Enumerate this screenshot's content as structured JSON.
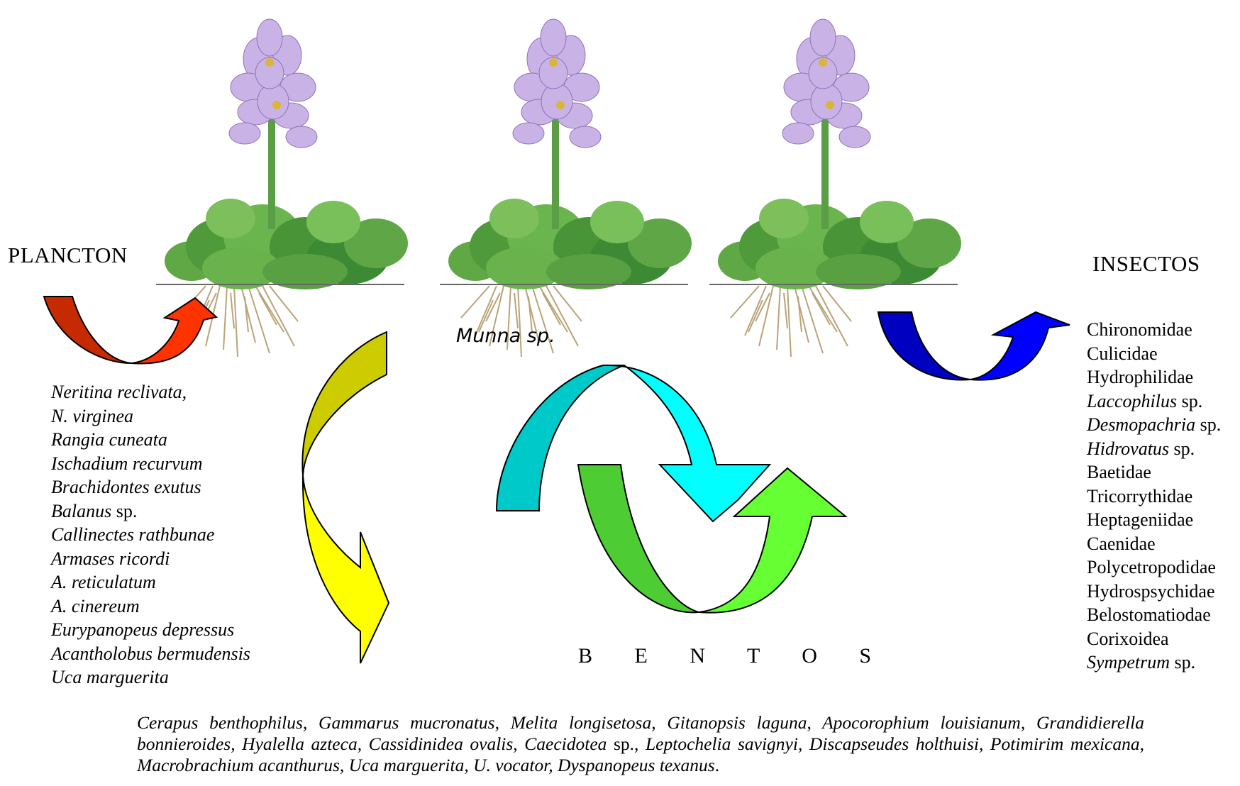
{
  "labels": {
    "plancton": "PLANCTON",
    "insectos": "INSECTOS",
    "bentos": "B E N T O S",
    "munna": "Munna sp."
  },
  "plancton_species": [
    {
      "name": "Neritina reclivata,",
      "suffix": ""
    },
    {
      "name": "N. virginea",
      "suffix": ""
    },
    {
      "name": "Rangia cuneata",
      "suffix": ""
    },
    {
      "name": "Ischadium recurvum",
      "suffix": ""
    },
    {
      "name": "Brachidontes exutus",
      "suffix": ""
    },
    {
      "name": "Balanus",
      "suffix": " sp."
    },
    {
      "name": "Callinectes rathbunae",
      "suffix": ""
    },
    {
      "name": "Armases ricordi",
      "suffix": ""
    },
    {
      "name": "A. reticulatum",
      "suffix": ""
    },
    {
      "name": "A. cinereum",
      "suffix": ""
    },
    {
      "name": "Eurypanopeus depressus",
      "suffix": ""
    },
    {
      "name": "Acantholobus bermudensis",
      "suffix": ""
    },
    {
      "name": "Uca marguerita",
      "suffix": ""
    }
  ],
  "insect_taxa": [
    {
      "name": "Chironomidae",
      "italic": false,
      "suffix": ""
    },
    {
      "name": "Culicidae",
      "italic": false,
      "suffix": ""
    },
    {
      "name": "Hydrophilidae",
      "italic": false,
      "suffix": ""
    },
    {
      "name": "Laccophilus",
      "italic": true,
      "suffix": " sp."
    },
    {
      "name": "Desmopachria",
      "italic": true,
      "suffix": " sp."
    },
    {
      "name": "Hidrovatus",
      "italic": true,
      "suffix": " sp."
    },
    {
      "name": "Baetidae",
      "italic": false,
      "suffix": ""
    },
    {
      "name": "Tricorrythidae",
      "italic": false,
      "suffix": ""
    },
    {
      "name": "Heptageniidae",
      "italic": false,
      "suffix": ""
    },
    {
      "name": "Caenidae",
      "italic": false,
      "suffix": ""
    },
    {
      "name": "Polycetropodidae",
      "italic": false,
      "suffix": ""
    },
    {
      "name": "Hydrospsychidae",
      "italic": false,
      "suffix": ""
    },
    {
      "name": "Belostomatiodae",
      "italic": false,
      "suffix": ""
    },
    {
      "name": "Corixoidea",
      "italic": false,
      "suffix": ""
    },
    {
      "name": "Sympetrum",
      "italic": true,
      "suffix": " sp."
    }
  ],
  "benthos_text": {
    "part1": "Cerapus benthophilus, Gammarus mucronatus, Melita longisetosa, Gitanopsis laguna, Apocorophium louisianum, Grandidierella bonnieroides, Hyalella azteca, Cassidinidea ovalis, Caecidotea",
    "part2": " sp.,",
    "part3": " Leptochelia savignyi, Discapseudes holthuisi, Potimirim mexicana, Macrobrachium acanthurus, Uca marguerita, U. vocator, Dyspanopeus texanus",
    "part4": "."
  },
  "colors": {
    "arrow_red": "#ff3300",
    "arrow_red_dark": "#c62a00",
    "arrow_yellow": "#ffff00",
    "arrow_yellow_dark": "#cccc00",
    "arrow_cyan": "#00ffff",
    "arrow_cyan_dark": "#00c9c9",
    "arrow_green": "#66ff33",
    "arrow_green_dark": "#4dcc33",
    "arrow_blue": "#0000ff",
    "arrow_blue_dark": "#0000c0",
    "leaf_green": "#4f9a3a",
    "flower_lilac": "#c9b3e6",
    "root_brown": "#b39a6a"
  },
  "icons": [
    "water-hyacinth-plant-icon"
  ]
}
